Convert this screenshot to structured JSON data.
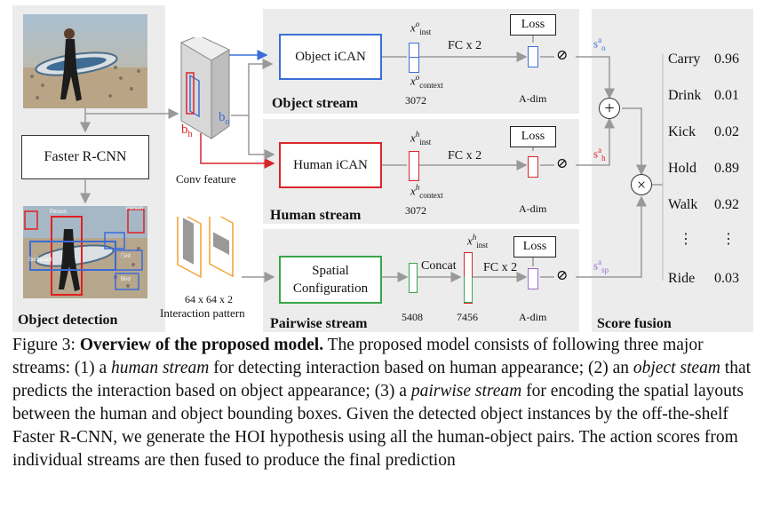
{
  "figure": {
    "left_panel": {
      "detector_label": "Faster R-CNN",
      "title": "Object detection",
      "det_labels": [
        "Person",
        "Person",
        "Surfboard",
        "Bird",
        "Bird"
      ]
    },
    "conv": {
      "label": "Conv feature",
      "bh": "b",
      "bh_sub": "h",
      "bo": "b",
      "bo_sub": "o"
    },
    "interaction": {
      "dims": "64 x 64 x 2",
      "label": "Interaction pattern"
    },
    "object_stream": {
      "title": "Object stream",
      "module": "Object iCAN",
      "x_inst": "x",
      "x_inst_sup": "o",
      "x_inst_sub": "inst",
      "x_ctx": "x",
      "x_ctx_sup": "o",
      "x_ctx_sub": "context",
      "dim": "3072",
      "fc": "FC x 2",
      "loss": "Loss",
      "adim": "A-dim",
      "score": "s",
      "score_sup": "a",
      "score_sub": "o"
    },
    "human_stream": {
      "title": "Human stream",
      "module": "Human iCAN",
      "x_inst": "x",
      "x_inst_sup": "h",
      "x_inst_sub": "inst",
      "x_ctx": "x",
      "x_ctx_sup": "h",
      "x_ctx_sub": "context",
      "dim": "3072",
      "fc": "FC x 2",
      "loss": "Loss",
      "adim": "A-dim",
      "score": "s",
      "score_sup": "a",
      "score_sub": "h"
    },
    "pairwise_stream": {
      "title": "Pairwise stream",
      "module_line1": "Spatial",
      "module_line2": "Configuration",
      "dim1": "5408",
      "concat": "Concat",
      "x_inst": "x",
      "x_inst_sup": "h",
      "x_inst_sub": "inst",
      "dim2": "7456",
      "fc": "FC x 2",
      "loss": "Loss",
      "adim": "A-dim",
      "score": "s",
      "score_sup": "a",
      "score_sub": "sp"
    },
    "score_fusion": {
      "title": "Score fusion",
      "plus": "+",
      "times": "×",
      "rows": [
        {
          "action": "Carry",
          "score": "0.96"
        },
        {
          "action": "Drink",
          "score": "0.01"
        },
        {
          "action": "Kick",
          "score": "0.02"
        },
        {
          "action": "Hold",
          "score": "0.89"
        },
        {
          "action": "Walk",
          "score": "0.92"
        },
        {
          "action": "⋮",
          "score": "⋮"
        },
        {
          "action": "Ride",
          "score": "0.03"
        }
      ]
    },
    "colors": {
      "object": "#3b6fd8",
      "human": "#d8262a",
      "pairwise": "#3aa54a",
      "interaction": "#f0a030",
      "pairwise_fc": "#9b6bcf"
    }
  },
  "caption": {
    "prefix": "Figure 3: ",
    "title": "Overview of the proposed model.",
    "t1": " The proposed model consists of following three major streams: (1) a ",
    "e1": "human stream",
    "t2": " for detecting interaction based on human appearance; (2) an ",
    "e2": "object steam",
    "t3": " that predicts the interaction based on object appearance; (3) a ",
    "e3": "pairwise stream",
    "t4": " for encoding the spatial layouts between the human and object bounding boxes. Given the detected object instances by the off-the-shelf Faster R-CNN, we generate the HOI hypothesis using all the human-object pairs. The action scores from individual streams are then fused to produce the final prediction"
  }
}
